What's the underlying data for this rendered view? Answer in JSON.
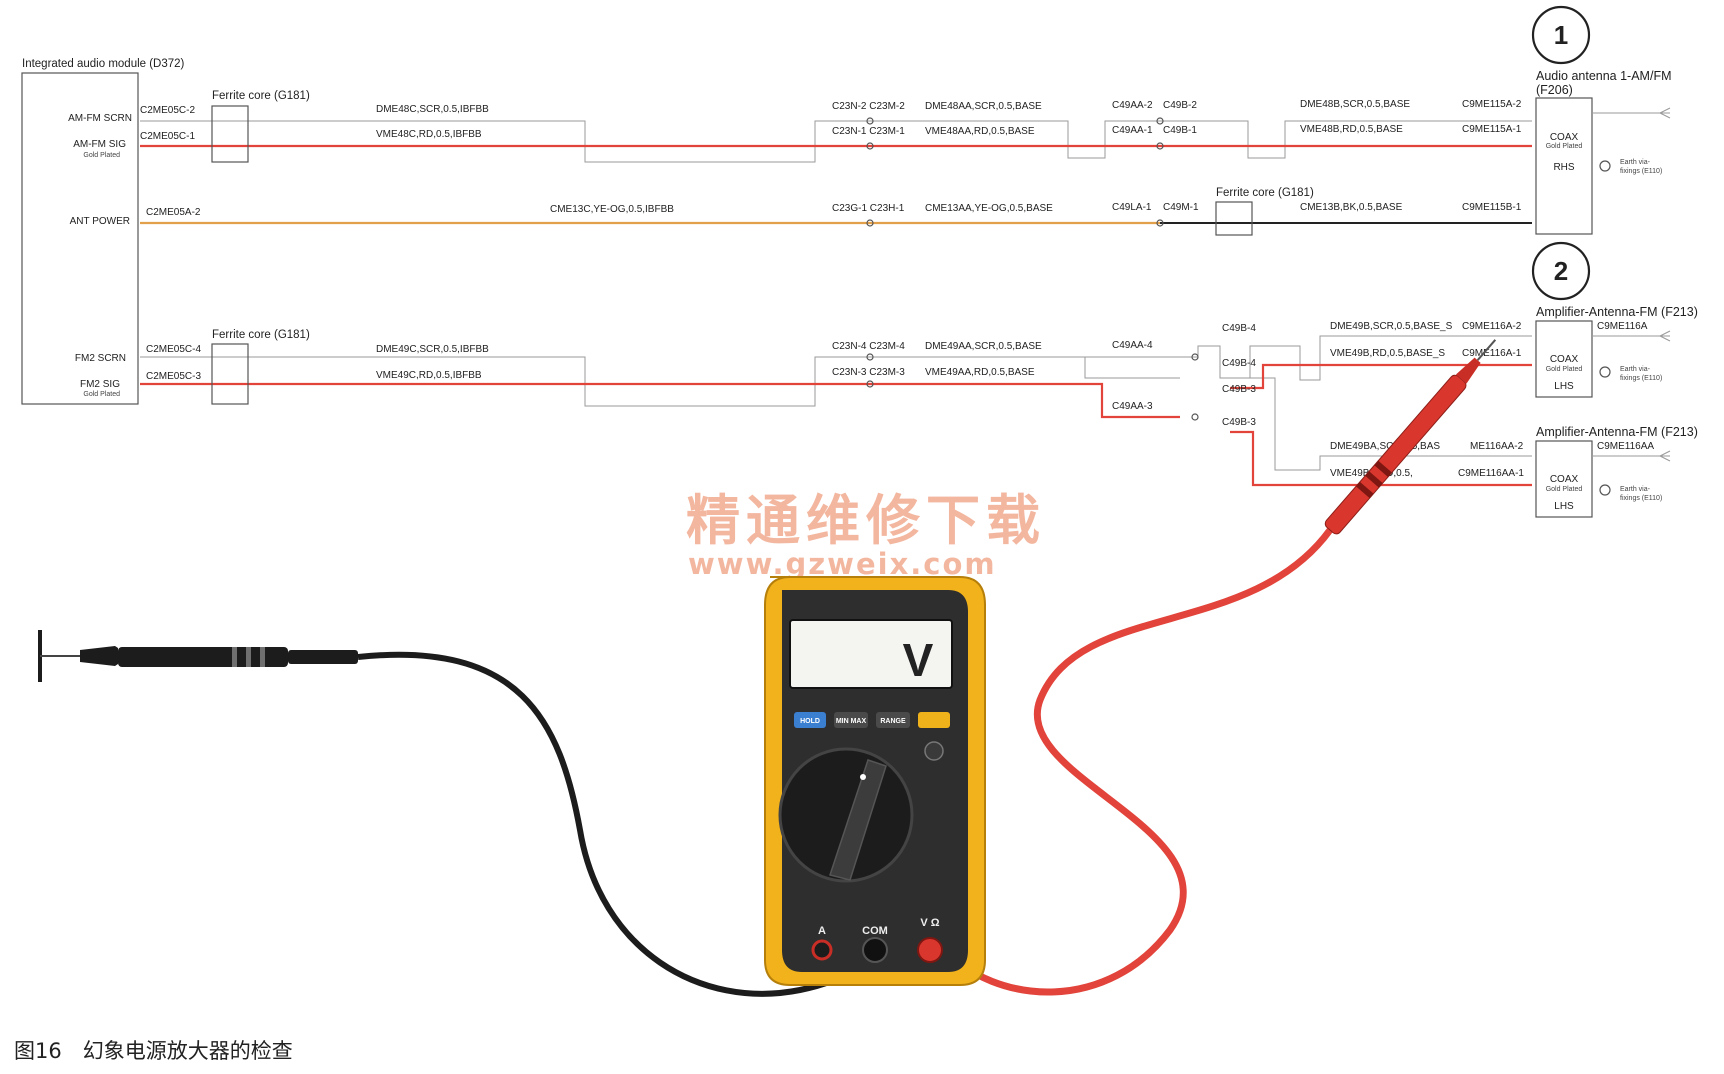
{
  "module": {
    "title": "Integrated audio module (D372)",
    "pins": {
      "am_fm_scrn": "AM-FM SCRN",
      "am_fm_sig": "AM-FM SIG",
      "gold_plated": "Gold Plated",
      "ant_power": "ANT POWER",
      "fm2_scrn": "FM2 SCRN",
      "fm2_sig": "FM2 SIG"
    }
  },
  "ferrite": {
    "core_a": "Ferrite core (G181)",
    "core_b": "Ferrite core (G181)",
    "core_c": "Ferrite core (G181)"
  },
  "row1": {
    "conn_scrn": "C2ME05C-2",
    "conn_sig": "C2ME05C-1",
    "wire_scrn": "DME48C,SCR,0.5,IBFBB",
    "wire_sig": "VME48C,RD,0.5,IBFBB",
    "c23_scrn": "C23N-2  C23M-2",
    "c23_sig": "C23N-1  C23M-1",
    "wire2_scrn": "DME48AA,SCR,0.5,BASE",
    "wire2_sig": "VME48AA,RD,0.5,BASE",
    "c49_scrn_a": "C49AA-2",
    "c49_scrn_b": "C49B-2",
    "c49_sig_a": "C49AA-1",
    "c49_sig_b": "C49B-1",
    "wire3_scrn": "DME48B,SCR,0.5,BASE",
    "wire3_sig": "VME48B,RD,0.5,BASE",
    "end_scrn": "C9ME115A-2",
    "end_sig": "C9ME115A-1"
  },
  "row_power": {
    "conn": "C2ME05A-2",
    "wire1": "CME13C,YE-OG,0.5,IBFBB",
    "c23": "C23G-1  C23H-1",
    "wire2": "CME13AA,YE-OG,0.5,BASE",
    "c49_a": "C49LA-1",
    "c49_b": "C49M-1",
    "wire3": "CME13B,BK,0.5,BASE",
    "end": "C9ME115B-1"
  },
  "row2": {
    "conn_scrn": "C2ME05C-4",
    "conn_sig": "C2ME05C-3",
    "wire_scrn": "DME49C,SCR,0.5,IBFBB",
    "wire_sig": "VME49C,RD,0.5,IBFBB",
    "c23_scrn": "C23N-4  C23M-4",
    "c23_sig": "C23N-3  C23M-3",
    "wire2_scrn": "DME49AA,SCR,0.5,BASE",
    "wire2_sig": "VME49AA,RD,0.5,BASE",
    "c49aa_4": "C49AA-4",
    "c49aa_3": "C49AA-3",
    "c49b_4a": "C49B-4",
    "c49b_4b": "C49B-4",
    "c49b_3a": "C49B-3",
    "c49b_3b": "C49B-3",
    "wire3_scrn": "DME49B,SCR,0.5,BASE_S",
    "wire3_sig": "VME49B,RD,0.5,BASE_S",
    "end_scrn": "C9ME116A-2",
    "end_sig": "C9ME116A-1",
    "wire4_scrn": "DME49BA,SCR,0.5,BAS",
    "wire4_sig": "VME49BA,RD,0.5,",
    "end2_scrn": "ME116AA-2",
    "end2_sig": "C9ME116AA-1"
  },
  "antennas": {
    "marker1": "1",
    "marker2": "2",
    "a1_title": "Audio antenna 1-AM/FM",
    "a1_code": "(F206)",
    "a1_coax": "COAX",
    "a1_gold": "Gold Plated",
    "a1_side": "RHS",
    "a1_earth1": "Earth via-",
    "a1_earth2": "fixings (E110)",
    "a2_title": "Amplifier-Antenna-FM (F213)",
    "a2_conn": "C9ME116A",
    "a2_coax": "COAX",
    "a2_gold": "Gold Plated",
    "a2_side": "LHS",
    "a2_earth1": "Earth via-",
    "a2_earth2": "fixings (E110)",
    "a3_title": "Amplifier-Antenna-FM (F213)",
    "a3_conn": "C9ME116AA",
    "a3_coax": "COAX",
    "a3_gold": "Gold Plated",
    "a3_side": "LHS",
    "a3_earth1": "Earth via-",
    "a3_earth2": "fixings (E110)"
  },
  "watermark": {
    "cn": "精通维修下载",
    "url": "www.gzweix.com"
  },
  "meter": {
    "display": "V",
    "btn_hold": "HOLD",
    "btn_minmax": "MIN MAX",
    "btn_range": "RANGE",
    "jack_a": "A",
    "jack_com": "COM",
    "jack_v": "V Ω",
    "colors": {
      "body": "#f2b21b",
      "face": "#2e2e2e",
      "probe_red": "#e2433a",
      "probe_black": "#1c1c1c"
    }
  },
  "caption": "图16　幻象电源放大器的检查"
}
